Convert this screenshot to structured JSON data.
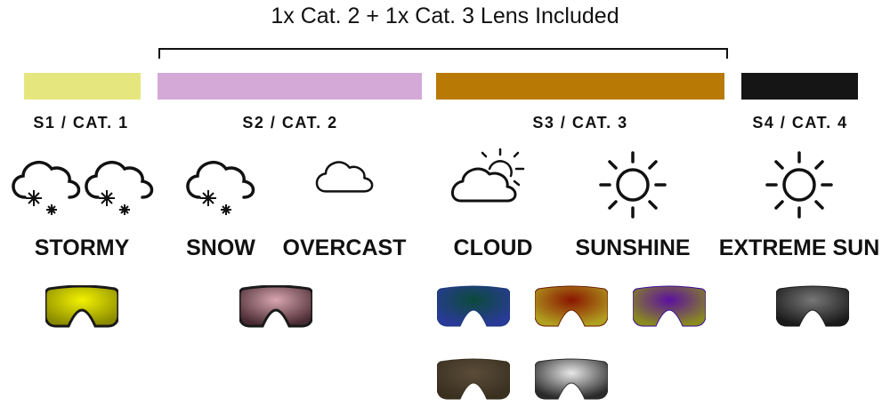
{
  "title": "1x Cat. 2 + 1x Cat. 3 Lens Included",
  "categories": [
    {
      "label": "S1 / CAT. 1",
      "color": "#e6e67f"
    },
    {
      "label": "S2 / CAT. 2",
      "color": "#d4a9d8"
    },
    {
      "label": "S3 / CAT. 3",
      "color": "#b97a05"
    },
    {
      "label": "S4 / CAT. 4",
      "color": "#151515"
    }
  ],
  "conditions": [
    {
      "label": "STORMY",
      "icon": "snow-cloud-icon"
    },
    {
      "label": "SNOW",
      "icon": "snow-cloud-icon"
    },
    {
      "label": "OVERCAST",
      "icon": "cloud-icon"
    },
    {
      "label": "CLOUD",
      "icon": "partly-cloudy-icon"
    },
    {
      "label": "SUNSHINE",
      "icon": "sun-icon"
    },
    {
      "label": "EXTREME SUN",
      "icon": "sun-icon"
    }
  ],
  "lenses": [
    {
      "name": "yellow-lens",
      "colors": [
        "#8a8a00",
        "#f2f200",
        "#8a8a00"
      ]
    },
    {
      "name": "pink-lens",
      "colors": [
        "#4a2a33",
        "#d8a6b0",
        "#4a2a33"
      ]
    },
    {
      "name": "green-blue-lens",
      "colors": [
        "#2a3a9a",
        "#0c4a3a",
        "#1a3a7a"
      ]
    },
    {
      "name": "red-lens",
      "colors": [
        "#b0a020",
        "#8a1500",
        "#6a1a00"
      ]
    },
    {
      "name": "purple-lens",
      "colors": [
        "#8a8a20",
        "#5a10a0",
        "#3a0a9a"
      ]
    },
    {
      "name": "black-lens",
      "colors": [
        "#1a1a1a",
        "#777777",
        "#1a1a1a"
      ]
    },
    {
      "name": "brown-lens",
      "colors": [
        "#3a3020",
        "#5a4c38",
        "#3a3020"
      ]
    },
    {
      "name": "silver-lens",
      "colors": [
        "#2a2a2a",
        "#e8e8e8",
        "#2a2a2a"
      ]
    }
  ]
}
